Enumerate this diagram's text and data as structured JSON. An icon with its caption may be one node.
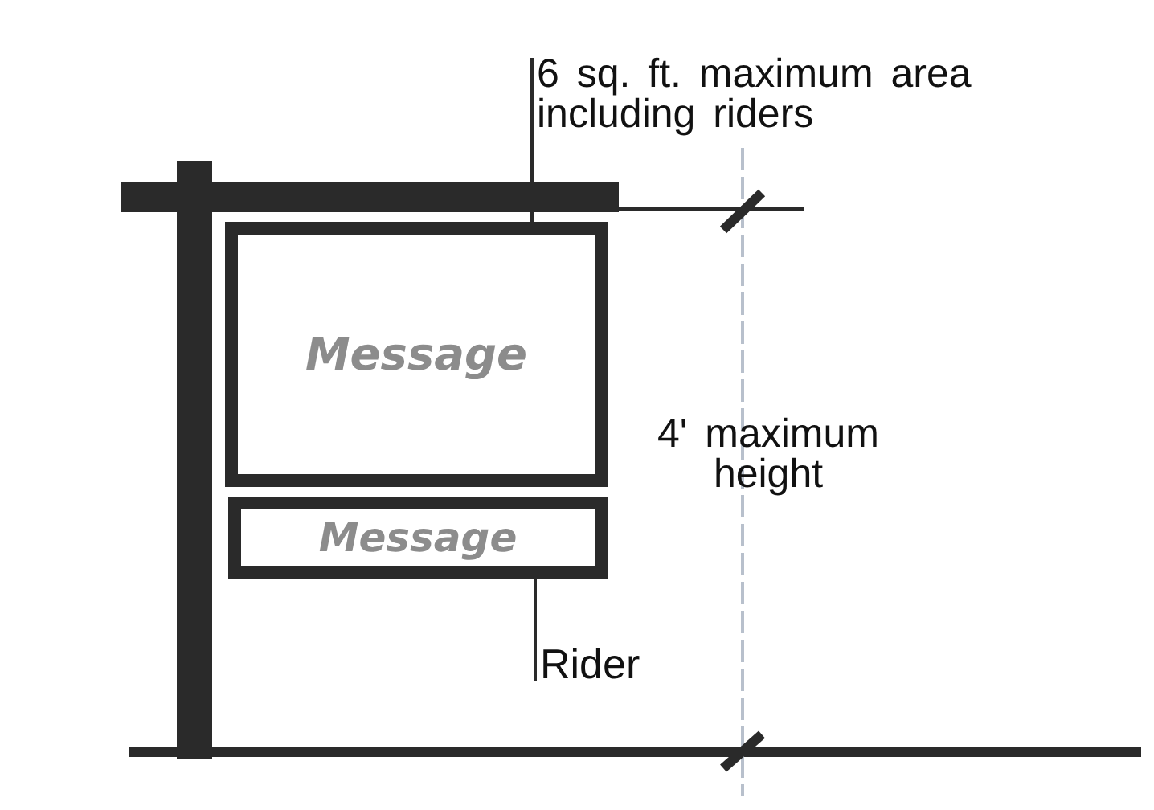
{
  "diagram": {
    "nodes": [
      {
        "text": [
          "Message"
        ]
      },
      {
        "text": [
          "Message"
        ]
      },
      {
        "text": [
          "6 sq. ft. maximum area including riders"
        ]
      },
      {
        "text": [
          "Rider"
        ]
      }
    ],
    "edges": [
      {
        "from": 2,
        "to": 0,
        "arrow": "none"
      },
      {
        "from": 3,
        "to": 1,
        "arrow": "none"
      }
    ],
    "labels": [
      "4' maximum height"
    ]
  }
}
